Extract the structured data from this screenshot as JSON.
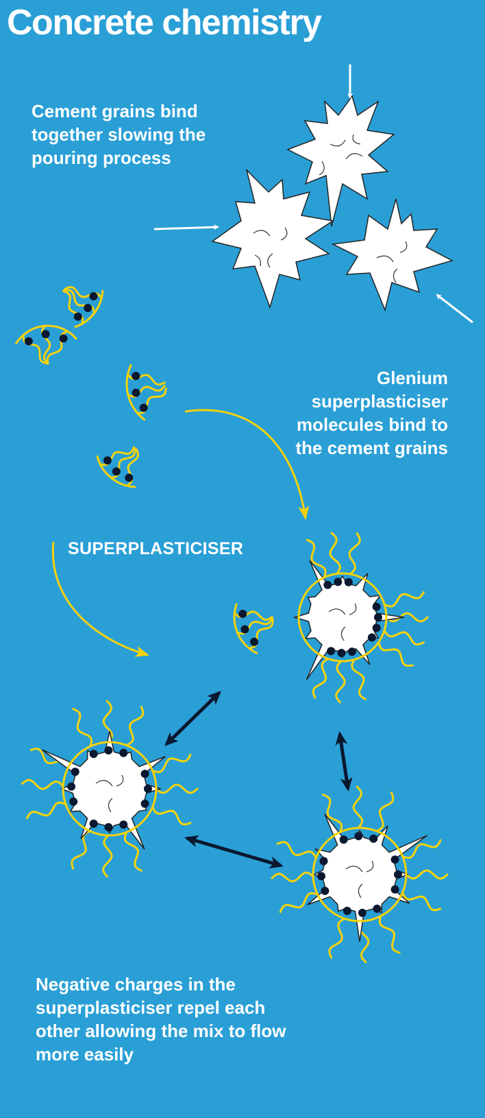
{
  "title": "Concrete chemistry",
  "captions": {
    "binding": "Cement grains bind together slowing the pouring process",
    "glenium": "Glenium superplasticiser molecules bind to the cement grains",
    "repel": "Negative charges in the superplasticiser repel each other allowing the mix to flow more easily"
  },
  "label": "SUPERPLASTICISER",
  "colors": {
    "background": "#2a9fd6",
    "text": "#ffffff",
    "molecule": "#f5d20a",
    "charge": "#0b1830",
    "grain": "#ffffff",
    "repel_arrow": "#0b1830"
  }
}
